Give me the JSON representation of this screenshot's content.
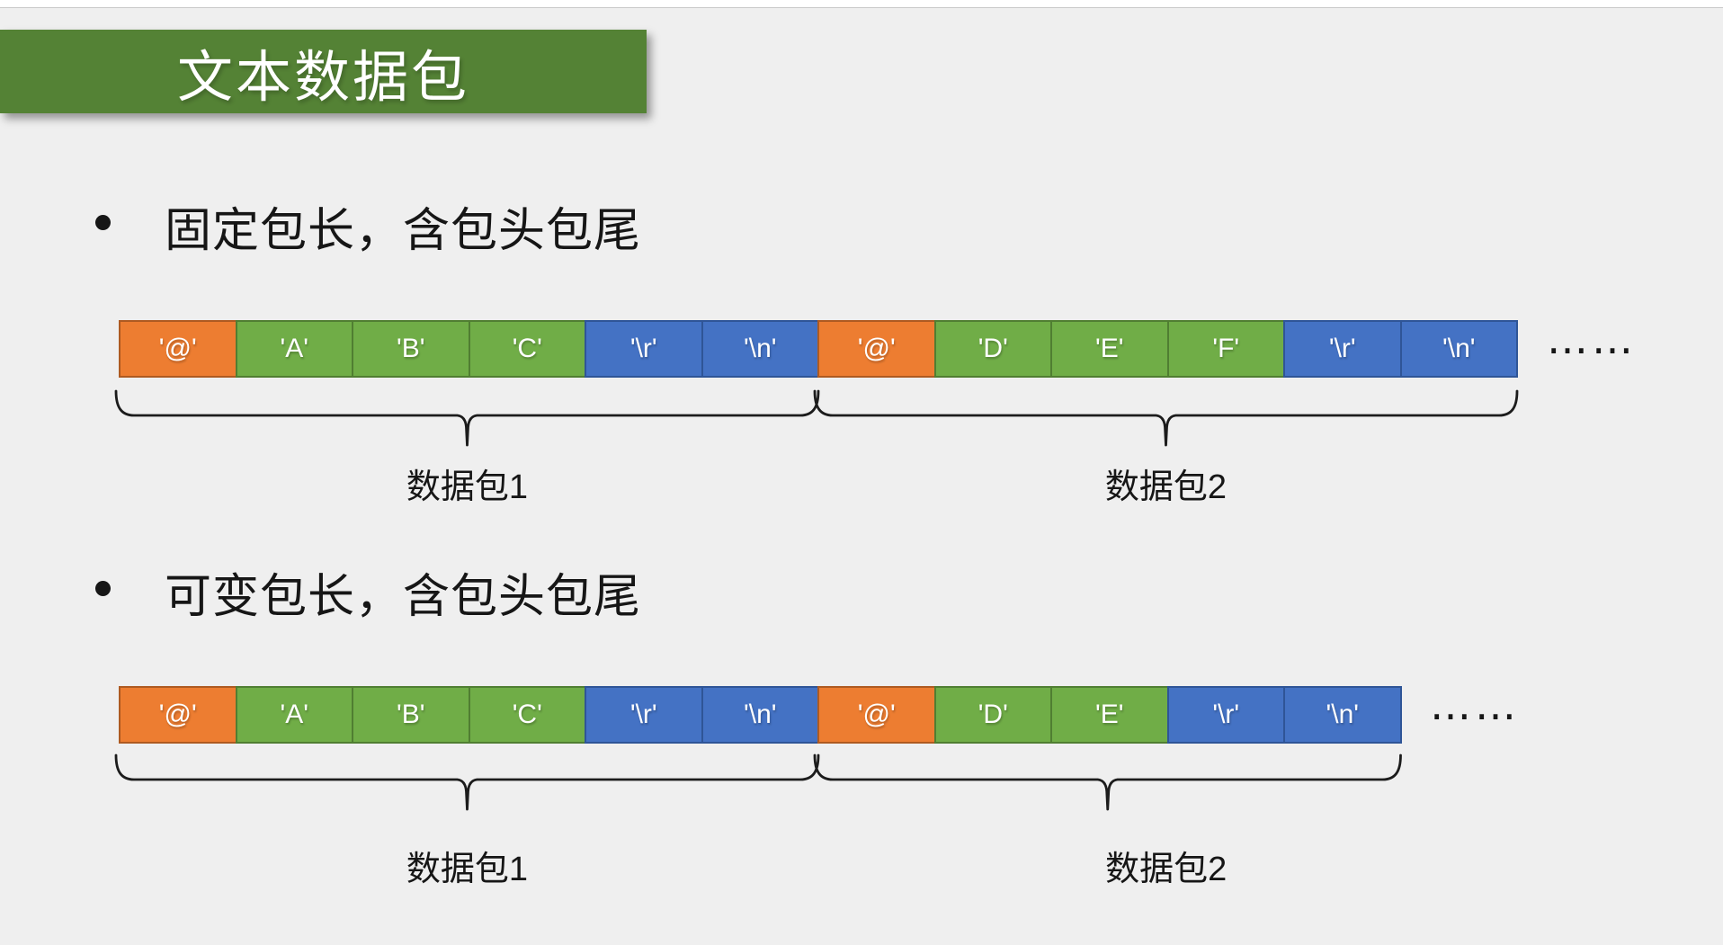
{
  "slide": {
    "title": "文本数据包",
    "ellipsis": "……"
  },
  "colors": {
    "background": "#efefef",
    "top_strip": "#ffffff",
    "banner_green": "#548235",
    "banner_text": "#ffffff",
    "body_text": "#161616",
    "orange_fill": "#ED7D31",
    "orange_border": "#AE5A21",
    "green_fill": "#70AD47",
    "green_border": "#507E32",
    "blue_fill": "#4472C4",
    "blue_border": "#2F5597",
    "cell_text": "#ffffff",
    "brace_stroke": "#1c1c1c"
  },
  "diagrams": [
    {
      "bullet": "固定包长，含包头包尾",
      "cells": [
        {
          "text": "'@'",
          "color": "orange"
        },
        {
          "text": "'A'",
          "color": "green"
        },
        {
          "text": "'B'",
          "color": "green"
        },
        {
          "text": "'C'",
          "color": "green"
        },
        {
          "text": "'\\r'",
          "color": "blue"
        },
        {
          "text": "'\\n'",
          "color": "blue"
        },
        {
          "text": "'@'",
          "color": "orange"
        },
        {
          "text": "'D'",
          "color": "green"
        },
        {
          "text": "'E'",
          "color": "green"
        },
        {
          "text": "'F'",
          "color": "green"
        },
        {
          "text": "'\\r'",
          "color": "blue"
        },
        {
          "text": "'\\n'",
          "color": "blue"
        }
      ],
      "braces": [
        {
          "label": "数据包1",
          "from": 0,
          "to": 5
        },
        {
          "label": "数据包2",
          "from": 6,
          "to": 11
        }
      ]
    },
    {
      "bullet": "可变包长，含包头包尾",
      "cells": [
        {
          "text": "'@'",
          "color": "orange"
        },
        {
          "text": "'A'",
          "color": "green"
        },
        {
          "text": "'B'",
          "color": "green"
        },
        {
          "text": "'C'",
          "color": "green"
        },
        {
          "text": "'\\r'",
          "color": "blue"
        },
        {
          "text": "'\\n'",
          "color": "blue"
        },
        {
          "text": "'@'",
          "color": "orange"
        },
        {
          "text": "'D'",
          "color": "green"
        },
        {
          "text": "'E'",
          "color": "green"
        },
        {
          "text": "'\\r'",
          "color": "blue"
        },
        {
          "text": "'\\n'",
          "color": "blue"
        }
      ],
      "braces": [
        {
          "label": "数据包1",
          "from": 0,
          "to": 5
        },
        {
          "label": "数据包2",
          "from": 6,
          "to": 10
        }
      ]
    }
  ]
}
